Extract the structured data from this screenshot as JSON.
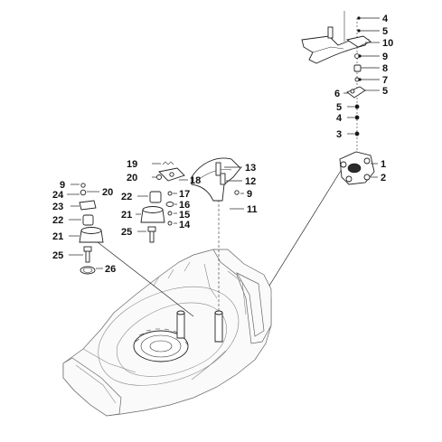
{
  "diagram": {
    "callouts": [
      {
        "id": "c4a",
        "text": "4"
      },
      {
        "id": "c5a",
        "text": "5"
      },
      {
        "id": "c10",
        "text": "10"
      },
      {
        "id": "c9a",
        "text": "9"
      },
      {
        "id": "c8",
        "text": "8"
      },
      {
        "id": "c7",
        "text": "7"
      },
      {
        "id": "c6",
        "text": "6"
      },
      {
        "id": "c5b",
        "text": "5"
      },
      {
        "id": "c5c",
        "text": "5"
      },
      {
        "id": "c4b",
        "text": "4"
      },
      {
        "id": "c3",
        "text": "3"
      },
      {
        "id": "c1",
        "text": "1"
      },
      {
        "id": "c2",
        "text": "2"
      },
      {
        "id": "c13",
        "text": "13"
      },
      {
        "id": "c12",
        "text": "12"
      },
      {
        "id": "c9b",
        "text": "9"
      },
      {
        "id": "c11",
        "text": "11"
      },
      {
        "id": "c19",
        "text": "19"
      },
      {
        "id": "c20a",
        "text": "20"
      },
      {
        "id": "c18",
        "text": "18"
      },
      {
        "id": "c22a",
        "text": "22"
      },
      {
        "id": "c17",
        "text": "17"
      },
      {
        "id": "c16",
        "text": "16"
      },
      {
        "id": "c21a",
        "text": "21"
      },
      {
        "id": "c15",
        "text": "15"
      },
      {
        "id": "c14",
        "text": "14"
      },
      {
        "id": "c25a",
        "text": "25"
      },
      {
        "id": "c9c",
        "text": "9"
      },
      {
        "id": "c20b",
        "text": "20"
      },
      {
        "id": "c24",
        "text": "24"
      },
      {
        "id": "c23",
        "text": "23"
      },
      {
        "id": "c22b",
        "text": "22"
      },
      {
        "id": "c21b",
        "text": "21"
      },
      {
        "id": "c25b",
        "text": "25"
      },
      {
        "id": "c26",
        "text": "26"
      }
    ]
  }
}
